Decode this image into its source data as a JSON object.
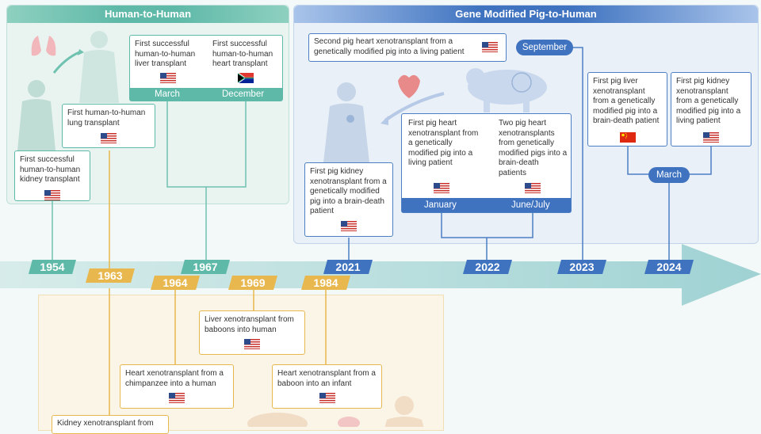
{
  "sections": {
    "human": "Human-to-Human",
    "gene": "Gene Modified Pig-to-Human"
  },
  "years": {
    "y1954": "1954",
    "y1963": "1963",
    "y1964": "1964",
    "y1967": "1967",
    "y1969": "1969",
    "y1984": "1984",
    "y2021": "2021",
    "y2022": "2022",
    "y2023": "2023",
    "y2024": "2024"
  },
  "cards": {
    "kidney_h2h": "First successful human-to-human kidney transplant",
    "lung_h2h": "First human-to-human lung transplant",
    "liver_h2h": "First successful human-to-human liver transplant",
    "heart_h2h": "First successful human-to-human heart transplant",
    "pig_kidney_2021": "First pig kidney xenotransplant from a genetically modified pig into a brain-death patient",
    "pig_heart_2022": "First pig heart xenotransplant from a genetically modified pig into a living patient",
    "two_pig_hearts_2022": "Two pig heart xenotransplants from genetically modified pigs into a brain-death patients",
    "second_pig_heart_2023": "Second pig heart xenotransplant from a genetically modified pig into a living patient",
    "pig_liver_2024": "First pig liver xenotransplant from a genetically modified pig into a brain-death patient",
    "pig_kidney_2024": "First pig kidney xenotransplant from a genetically modified pig into a living patient",
    "liver_baboon": "Liver xenotransplant from baboons into human",
    "heart_chimp": "Heart xenotransplant from a chimpanzee into a human",
    "heart_baboon": "Heart xenotransplant from a baboon into an infant",
    "kidney_xeno": "Kidney xenotransplant from"
  },
  "pills": {
    "march_1967": "March",
    "december_1967": "December",
    "january_2022": "January",
    "junejuly_2022": "June/July",
    "september_2023": "September",
    "march_2024": "March"
  },
  "flags": {
    "usa": "us-flag-icon",
    "south_africa": "south-africa-flag-icon",
    "china": "china-flag-icon"
  },
  "colors": {
    "green": "#5fb9a8",
    "blue": "#3f73c0",
    "orange": "#e8b74d"
  }
}
